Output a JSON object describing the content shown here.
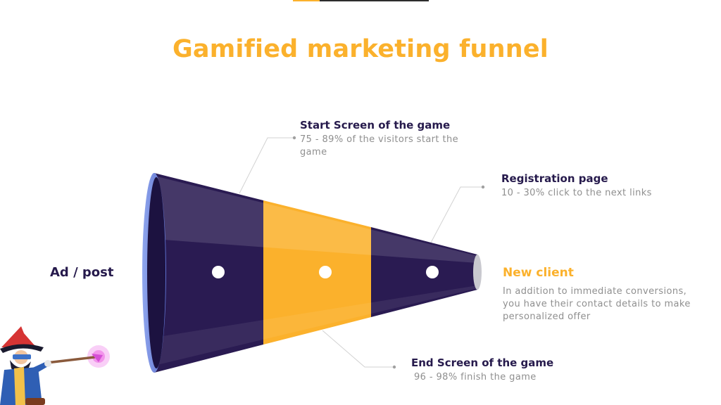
{
  "title": "Gamified marketing funnel",
  "colors": {
    "accent": "#fbb12c",
    "funnel_dark": "#2a1b52",
    "funnel_yellow": "#fbb12c",
    "heading": "#261a4c",
    "body_text": "#8f8f8f"
  },
  "left_label": "Ad / post",
  "stages": [
    {
      "title": "Start Screen of the game",
      "description": "75 - 89% of the visitors start the game"
    },
    {
      "title": "Registration page",
      "description": "10 - 30% click to the next links"
    },
    {
      "title": "New client",
      "description": "In addition to immediate conversions, you have their contact details to make personalized offer"
    },
    {
      "title": "End Screen of the game",
      "description": "96 - 98% finish the game"
    }
  ],
  "icons": [
    "wizard-mascot-icon",
    "magic-wand-icon"
  ]
}
